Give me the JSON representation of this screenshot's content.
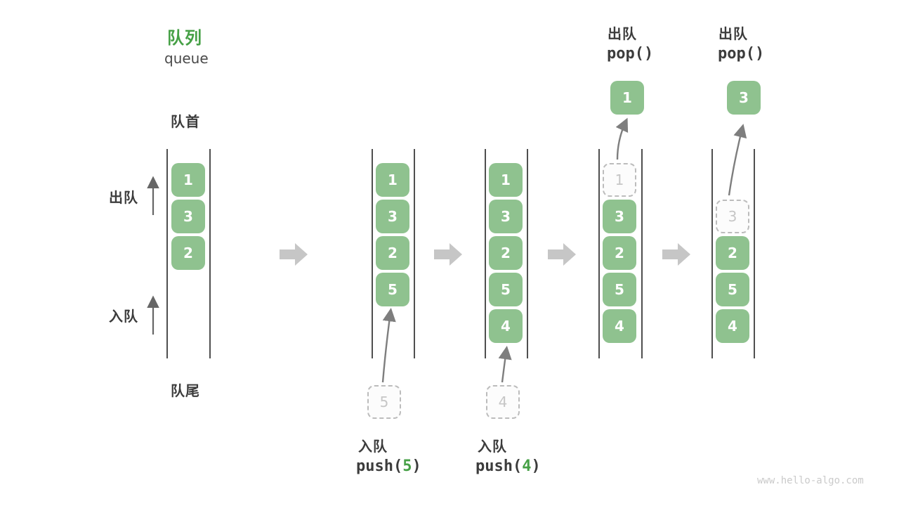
{
  "title": {
    "zh": "队列",
    "en": "queue"
  },
  "labels": {
    "front": "队首",
    "rear": "队尾",
    "dequeue_side": "出队",
    "enqueue_side": "入队"
  },
  "operations": {
    "pushes": [
      {
        "label": "入队",
        "fn_open": "push(",
        "arg": "5",
        "fn_close": ")"
      },
      {
        "label": "入队",
        "fn_open": "push(",
        "arg": "4",
        "fn_close": ")"
      }
    ],
    "pops": [
      {
        "label": "出队",
        "code": "pop()"
      },
      {
        "label": "出队",
        "code": "pop()"
      }
    ]
  },
  "states": [
    {
      "cells": [
        "1",
        "3",
        "2"
      ]
    },
    {
      "cells": [
        "1",
        "3",
        "2",
        "5"
      ],
      "incoming": "5"
    },
    {
      "cells": [
        "1",
        "3",
        "2",
        "5",
        "4"
      ],
      "incoming": "4"
    },
    {
      "ghost": "1",
      "cells": [
        "3",
        "2",
        "5",
        "4"
      ],
      "popped": "1"
    },
    {
      "ghost": "3",
      "cells": [
        "2",
        "5",
        "4"
      ],
      "popped": "3"
    }
  ],
  "palette": {
    "accent_green": "#46a046",
    "cell_green": "#8fc28f",
    "ghost_gray": "#c6c6c6",
    "flow_arrow_gray": "#c6c6c6",
    "text_dark": "#3c3c3c"
  },
  "watermark": "www.hello-algo.com"
}
